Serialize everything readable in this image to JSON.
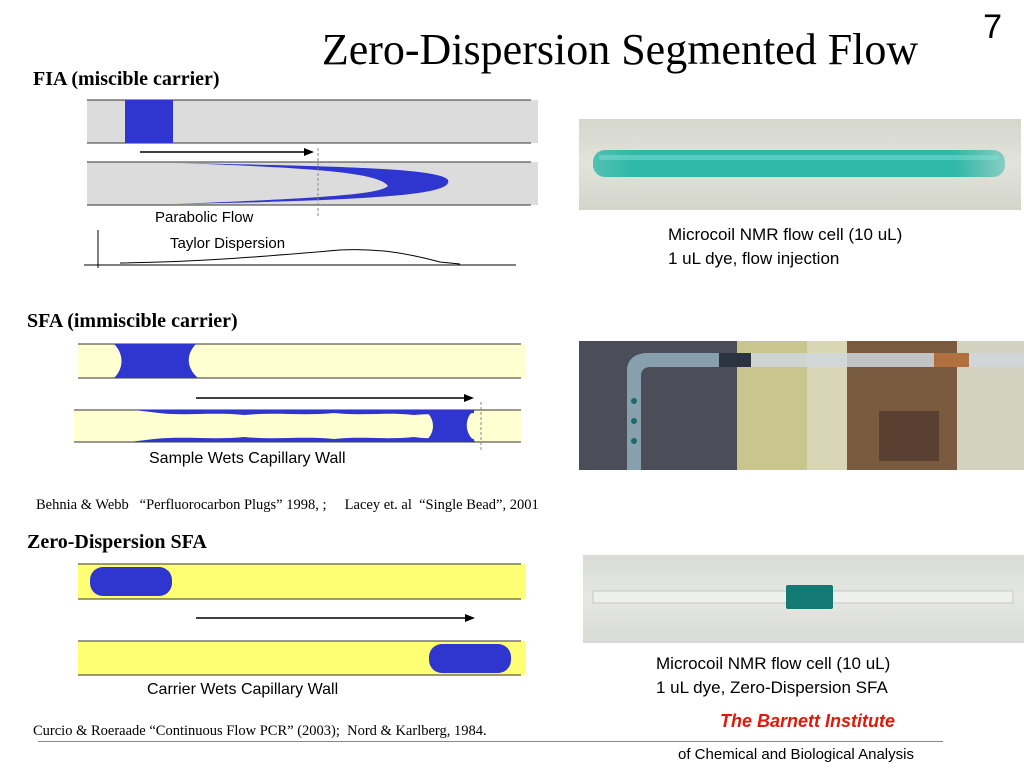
{
  "slide": {
    "number": "7",
    "title": "Zero-Dispersion Segmented Flow"
  },
  "fia": {
    "heading": "FIA (miscible carrier)",
    "parabolic_label": "Parabolic Flow",
    "taylor_label": "Taylor Dispersion",
    "caption_line1": "Microcoil NMR flow cell (10 uL)",
    "caption_line2": "1 uL dye, flow injection"
  },
  "sfa": {
    "heading": "SFA (immiscible carrier)",
    "wall_label": "Sample Wets Capillary Wall",
    "citation": "Behnia & Webb   “Perfluorocarbon Plugs” 1998, ;     Lacey et. al  “Single Bead”, 2001"
  },
  "zd": {
    "heading": "Zero-Dispersion SFA",
    "wall_label": "Carrier Wets Capillary Wall",
    "caption_line1": "Microcoil NMR flow cell (10 uL)",
    "caption_line2": "1 uL dye, Zero-Dispersion SFA",
    "citation": "Curcio & Roeraade “Continuous Flow PCR” (2003);  Nord & Karlberg, 1984."
  },
  "footer": {
    "institute": "The Barnett Institute",
    "subtitle": "of Chemical and Biological Analysis"
  },
  "colors": {
    "plug_blue": "#2f35cf",
    "tube_gray": "#dcdcdc",
    "cream": "#ffffd2",
    "yellow": "#ffff73",
    "dye_teal": "#2fb8a8",
    "institute_red": "#e0190b"
  }
}
